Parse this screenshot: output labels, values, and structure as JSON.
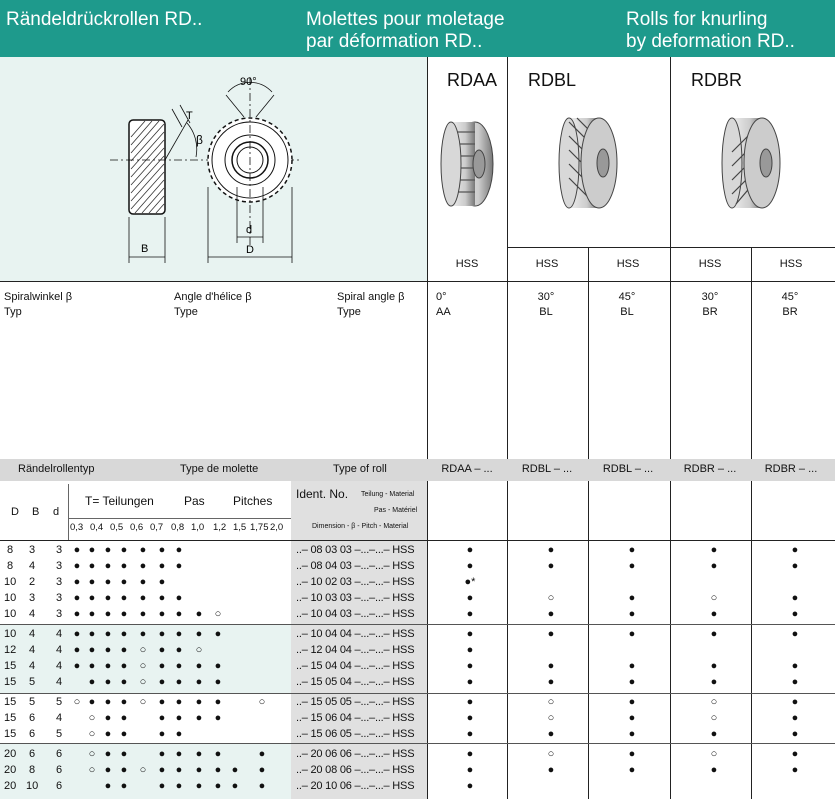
{
  "header": {
    "title_de": "Rändeldrückrollen RD..",
    "title_fr": "Molettes pour moletage\npar déformation RD..",
    "title_en": "Rolls for knurling\nby deformation RD.."
  },
  "diagram": {
    "angle_label": "90°",
    "t_label": "T",
    "beta_label": "β",
    "b_label": "B",
    "d_label": "d",
    "D_label": "D"
  },
  "products": [
    {
      "name": "RDAA"
    },
    {
      "name": "RDBL"
    },
    {
      "name": "RDBR"
    }
  ],
  "material_labels": [
    "HSS",
    "HSS",
    "HSS",
    "HSS",
    "HSS"
  ],
  "spec_labels": {
    "de": "Spiralwinkel β\nTyp",
    "fr": "Angle d'hélice β\nType",
    "en": "Spiral angle β\nType"
  },
  "spec_values": [
    "0°\nAA",
    "30°\nBL",
    "45°\nBL",
    "30°\nBR",
    "45°\nBR"
  ],
  "type_bar": {
    "de": "Rändelrollentyp",
    "fr": "Type de molette",
    "en": "Type of roll",
    "codes": [
      "RDAA – ...",
      "RDBL – ...",
      "RDBL – ...",
      "RDBR – ...",
      "RDBR – ..."
    ]
  },
  "table_header": {
    "col_D": "D",
    "col_B": "B",
    "col_d": "d",
    "pitch_de": "T= Teilungen",
    "pitch_fr": "Pas",
    "pitch_en": "Pitches",
    "ident_title": "Ident. No.",
    "ident_de": "Teilung - Material",
    "ident_fr": "Pas - Matériel",
    "ident_en": "Dimension - β - Pitch - Material",
    "pitches": [
      "0,3",
      "0,4",
      "0,5",
      "0,6",
      "0,7",
      "0,8",
      "1,0",
      "1,2",
      "1,5",
      "1,75",
      "2,0"
    ]
  },
  "rows": [
    {
      "D": "8",
      "B": "3",
      "d": "3",
      "m": [
        "●",
        "●",
        "●",
        "●",
        "●",
        "●",
        "●",
        "",
        "",
        "",
        ""
      ],
      "ident": "..– 08 03 03 –...–...– HSS",
      "c": [
        "●",
        "●",
        "●",
        "●",
        "●"
      ]
    },
    {
      "D": "8",
      "B": "4",
      "d": "3",
      "m": [
        "●",
        "●",
        "●",
        "●",
        "●",
        "●",
        "●",
        "",
        "",
        "",
        ""
      ],
      "ident": "..– 08 04 03 –...–...– HSS",
      "c": [
        "●",
        "●",
        "●",
        "●",
        "●"
      ]
    },
    {
      "D": "10",
      "B": "2",
      "d": "3",
      "m": [
        "●",
        "●",
        "●",
        "●",
        "●",
        "●",
        "",
        "",
        "",
        "",
        ""
      ],
      "ident": "..– 10 02 03 –...–...– HSS",
      "c": [
        "●*",
        "",
        "",
        "",
        ""
      ]
    },
    {
      "D": "10",
      "B": "3",
      "d": "3",
      "m": [
        "●",
        "●",
        "●",
        "●",
        "●",
        "●",
        "●",
        "",
        "",
        "",
        ""
      ],
      "ident": "..– 10 03 03 –...–...– HSS",
      "c": [
        "●",
        "○",
        "●",
        "○",
        "●"
      ]
    },
    {
      "D": "10",
      "B": "4",
      "d": "3",
      "m": [
        "●",
        "●",
        "●",
        "●",
        "●",
        "●",
        "●",
        "●",
        "○",
        "",
        ""
      ],
      "ident": "..– 10 04 03 –...–...– HSS",
      "c": [
        "●",
        "●",
        "●",
        "●",
        "●"
      ]
    },
    {
      "D": "10",
      "B": "4",
      "d": "4",
      "m": [
        "●",
        "●",
        "●",
        "●",
        "●",
        "●",
        "●",
        "●",
        "●",
        "",
        ""
      ],
      "ident": "..– 10 04 04 –...–...– HSS",
      "c": [
        "●",
        "●",
        "●",
        "●",
        "●"
      ]
    },
    {
      "D": "12",
      "B": "4",
      "d": "4",
      "m": [
        "●",
        "●",
        "●",
        "●",
        "○",
        "●",
        "●",
        "○",
        "",
        "",
        ""
      ],
      "ident": "..– 12 04 04 –...–...– HSS",
      "c": [
        "●",
        "",
        "",
        "",
        ""
      ]
    },
    {
      "D": "15",
      "B": "4",
      "d": "4",
      "m": [
        "●",
        "●",
        "●",
        "●",
        "○",
        "●",
        "●",
        "●",
        "●",
        "",
        ""
      ],
      "ident": "..– 15 04 04 –...–...– HSS",
      "c": [
        "●",
        "●",
        "●",
        "●",
        "●"
      ]
    },
    {
      "D": "15",
      "B": "5",
      "d": "4",
      "m": [
        "",
        "●",
        "●",
        "●",
        "○",
        "●",
        "●",
        "●",
        "●",
        "",
        ""
      ],
      "ident": "..– 15 05 04 –...–...– HSS",
      "c": [
        "●",
        "●",
        "●",
        "●",
        "●"
      ]
    },
    {
      "D": "15",
      "B": "5",
      "d": "5",
      "m": [
        "○",
        "●",
        "●",
        "●",
        "○",
        "●",
        "●",
        "●",
        "●",
        "",
        "○"
      ],
      "ident": "..– 15 05 05 –...–...– HSS",
      "c": [
        "●",
        "○",
        "●",
        "○",
        "●"
      ]
    },
    {
      "D": "15",
      "B": "6",
      "d": "4",
      "m": [
        "",
        "○",
        "●",
        "●",
        "",
        "●",
        "●",
        "●",
        "●",
        "",
        ""
      ],
      "ident": "..– 15 06 04 –...–...– HSS",
      "c": [
        "●",
        "○",
        "●",
        "○",
        "●"
      ]
    },
    {
      "D": "15",
      "B": "6",
      "d": "5",
      "m": [
        "",
        "○",
        "●",
        "●",
        "",
        "●",
        "●",
        "",
        "",
        "",
        ""
      ],
      "ident": "..– 15 06 05 –...–...– HSS",
      "c": [
        "●",
        "●",
        "●",
        "●",
        "●"
      ]
    },
    {
      "D": "20",
      "B": "6",
      "d": "6",
      "m": [
        "",
        "○",
        "●",
        "●",
        "",
        "●",
        "●",
        "●",
        "●",
        "",
        "●"
      ],
      "ident": "..– 20 06 06 –...–...– HSS",
      "c": [
        "●",
        "○",
        "●",
        "○",
        "●"
      ]
    },
    {
      "D": "20",
      "B": "8",
      "d": "6",
      "m": [
        "",
        "○",
        "●",
        "●",
        "○",
        "●",
        "●",
        "●",
        "●",
        "●",
        "●"
      ],
      "ident": "..– 20 08 06 –...–...– HSS",
      "c": [
        "●",
        "●",
        "●",
        "●",
        "●"
      ]
    },
    {
      "D": "20",
      "B": "10",
      "d": "6",
      "m": [
        "",
        "",
        "●",
        "●",
        "",
        "●",
        "●",
        "●",
        "●",
        "●",
        "●"
      ],
      "ident": "..– 20 10 06 –...–...– HSS",
      "c": [
        "●",
        "",
        "",
        "",
        ""
      ]
    }
  ]
}
